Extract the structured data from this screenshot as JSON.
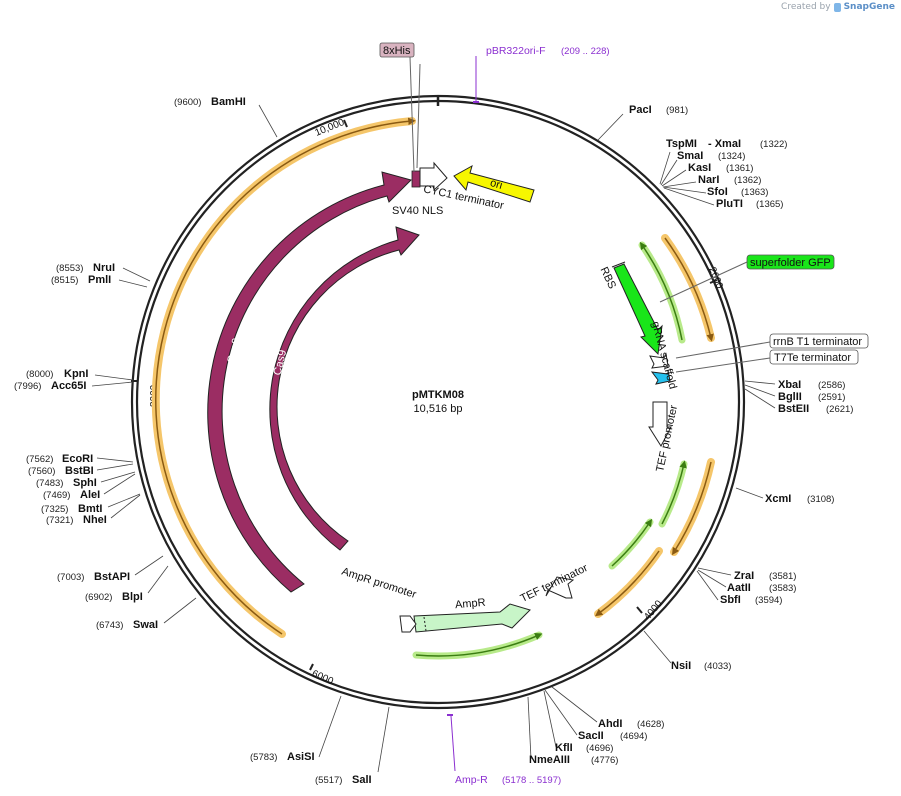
{
  "brand": {
    "prefix": "Created by",
    "name": "SnapGene"
  },
  "plasmid": {
    "name": "pMTKM08",
    "size": "10,516 bp"
  },
  "ticks": [
    "10,000",
    "2000",
    "4000",
    "6000",
    "8000"
  ],
  "enzymes": [
    {
      "name": "BamHI",
      "pos": "(9600)"
    },
    {
      "name": "PacI",
      "pos": "(981)"
    },
    {
      "name": "TspMI",
      "pos": ""
    },
    {
      "name": "- XmaI",
      "pos": "(1322)"
    },
    {
      "name": "SmaI",
      "pos": "(1324)"
    },
    {
      "name": "KasI",
      "pos": "(1361)"
    },
    {
      "name": "NarI",
      "pos": "(1362)"
    },
    {
      "name": "SfoI",
      "pos": "(1363)"
    },
    {
      "name": "PluTI",
      "pos": "(1365)"
    },
    {
      "name": "NruI",
      "pos": "(8553)"
    },
    {
      "name": "PmlI",
      "pos": "(8515)"
    },
    {
      "name": "KpnI",
      "pos": "(8000)"
    },
    {
      "name": "Acc65I",
      "pos": "(7996)"
    },
    {
      "name": "XbaI",
      "pos": "(2586)"
    },
    {
      "name": "BglII",
      "pos": "(2591)"
    },
    {
      "name": "BstEII",
      "pos": "(2621)"
    },
    {
      "name": "EcoRI",
      "pos": "(7562)"
    },
    {
      "name": "BstBI",
      "pos": "(7560)"
    },
    {
      "name": "SphI",
      "pos": "(7483)"
    },
    {
      "name": "AleI",
      "pos": "(7469)"
    },
    {
      "name": "BmtI",
      "pos": "(7325)"
    },
    {
      "name": "NheI",
      "pos": "(7321)"
    },
    {
      "name": "XcmI",
      "pos": "(3108)"
    },
    {
      "name": "BstAPI",
      "pos": "(7003)"
    },
    {
      "name": "BlpI",
      "pos": "(6902)"
    },
    {
      "name": "SwaI",
      "pos": "(6743)"
    },
    {
      "name": "ZraI",
      "pos": "(3581)"
    },
    {
      "name": "AatII",
      "pos": "(3583)"
    },
    {
      "name": "SbfI",
      "pos": "(3594)"
    },
    {
      "name": "NsiI",
      "pos": "(4033)"
    },
    {
      "name": "AhdI",
      "pos": "(4628)"
    },
    {
      "name": "SacII",
      "pos": "(4694)"
    },
    {
      "name": "KflI",
      "pos": "(4696)"
    },
    {
      "name": "NmeAIII",
      "pos": "(4776)"
    },
    {
      "name": "AsiSI",
      "pos": "(5783)"
    },
    {
      "name": "SalI",
      "pos": "(5517)"
    }
  ],
  "features": {
    "his": "8xHis",
    "sfgfp": "superfolder GFP",
    "rrnb": "rrnB T1 terminator",
    "t7te": "T7Te terminator",
    "ori": "ori",
    "cyc1": "CYC1 terminator",
    "sv40": "SV40 NLS",
    "rbs": "RBS",
    "grna": "gRNA scaffold",
    "tefprom": "TEF promoter",
    "tefterm": "TEF terminator",
    "ampr": "AmpR",
    "amprprom": "AmpR promoter",
    "cas9": "Cas9"
  },
  "primers": [
    {
      "name": "pBR322ori-F",
      "range": "(209 .. 228)"
    },
    {
      "name": "Amp-R",
      "range": "(5178 .. 5197)"
    }
  ],
  "colors": {
    "cas9": "#9b2d63",
    "ori": "#f7f700",
    "gfp": "#19e619",
    "terminator": "#25c1ee",
    "ampr": "#c8f5c8",
    "orf_fill": "#f5c66a",
    "orf_line": "#8a5a12",
    "orf2_fill": "#b8ea8a",
    "orf2_line": "#3b7d12",
    "his_box": "#d9b3c0",
    "primer": "#8b2fd0"
  }
}
